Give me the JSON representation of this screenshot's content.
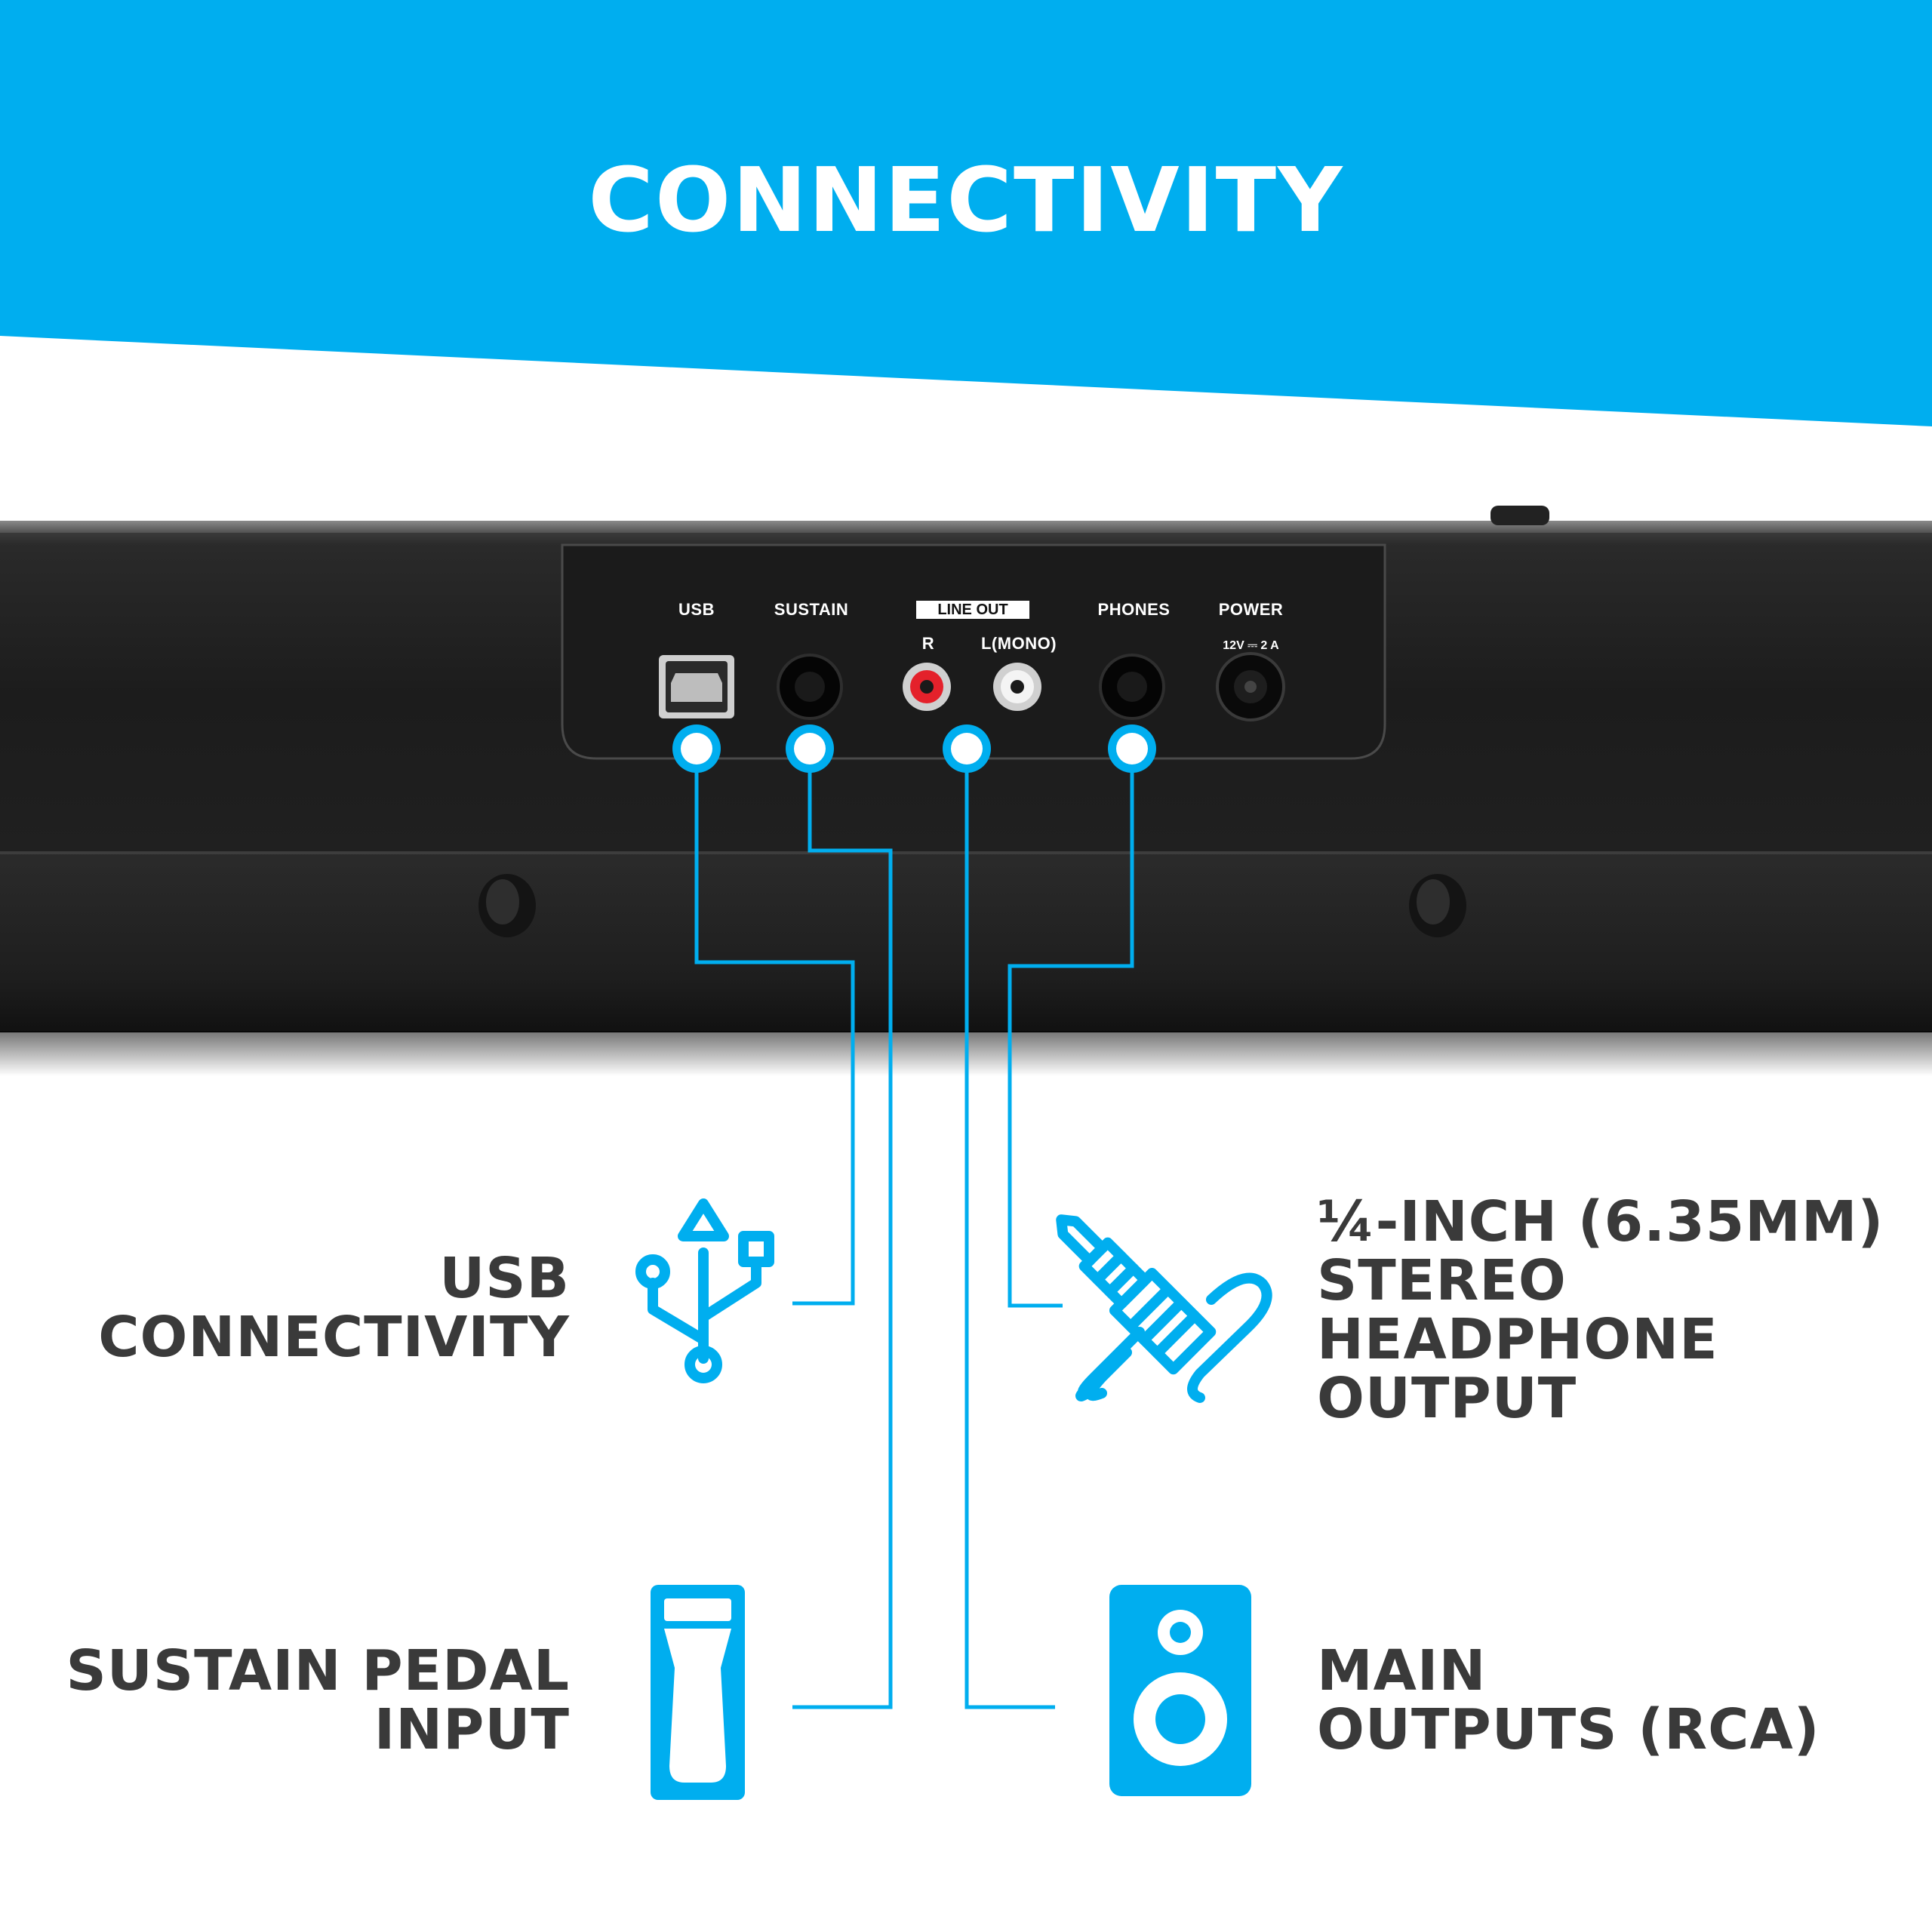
{
  "page": {
    "title": "CONNECTIVITY",
    "accent_color": "#00aeef",
    "text_color": "#3a3a3a"
  },
  "rear_panel": {
    "labels": {
      "usb": "USB",
      "sustain": "SUSTAIN",
      "line_out": "LINE OUT",
      "r": "R",
      "l_mono": "L(MONO)",
      "phones": "PHONES",
      "power": "POWER",
      "power_spec": "12V ⎓ 2 A"
    }
  },
  "features": {
    "usb": {
      "lines": [
        "USB",
        "CONNECTIVITY"
      ],
      "icon": "usb-icon"
    },
    "sustain": {
      "lines": [
        "SUSTAIN PEDAL",
        "INPUT"
      ],
      "icon": "sustain-pedal-icon"
    },
    "headphone": {
      "lines": [
        "¼-INCH (6.35MM)",
        "STEREO",
        "HEADPHONE",
        "OUTPUT"
      ],
      "icon": "headphone-jack-icon"
    },
    "main": {
      "lines": [
        "MAIN",
        "OUTPUTS (RCA)"
      ],
      "icon": "speaker-icon"
    }
  }
}
